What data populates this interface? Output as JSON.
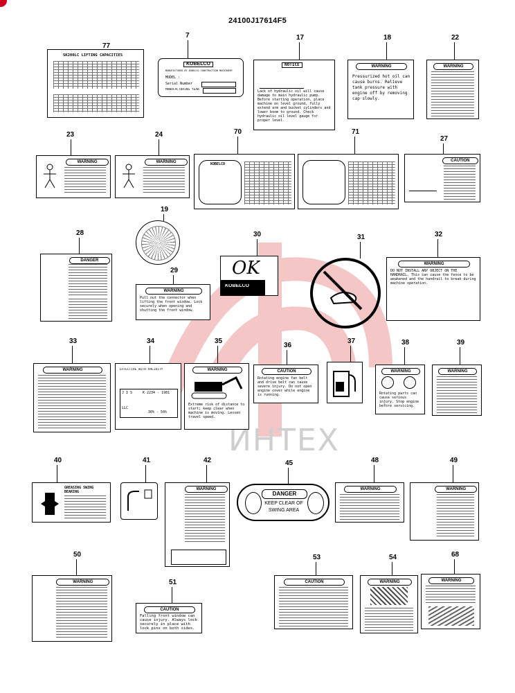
{
  "document": {
    "title": "24100J17614F5",
    "watermark": "ИНТЕХ"
  },
  "labels": {
    "l77": {
      "callout": "77",
      "heading": "SK200LC  LIFTING  CAPACITIES"
    },
    "l7": {
      "callout": "7",
      "brand": "KOBELCO",
      "maker": "MANUFACTURED BY KOBELCO CONSTRUCTION MACHINERY CO.,LTD.",
      "model": "MODEL :",
      "serial": "Serial Number",
      "year": "MANUFACTURING YEAR"
    },
    "l17": {
      "callout": "17",
      "heading": "NOTICE",
      "text": "Lack of hydraulic oil will cause damage to main hydraulic pump. Before starting operation, place machine on level ground, fully extend arm and bucket cylinders and lower boom to ground. Check hydraulic oil level gauge for proper level."
    },
    "l18": {
      "callout": "18",
      "heading": "WARNING",
      "text": "Pressurized hot oil can cause burns. Relieve tank pressure with engine off by removing cap slowly."
    },
    "l22": {
      "callout": "22",
      "heading": "WARNING"
    },
    "l23": {
      "callout": "23",
      "heading": "WARNING"
    },
    "l24": {
      "callout": "24",
      "heading": "WARNING"
    },
    "l70": {
      "callout": "70",
      "brand": "KOBELCO"
    },
    "l71": {
      "callout": "71"
    },
    "l27": {
      "callout": "27",
      "heading": "CAUTION"
    },
    "l19": {
      "callout": "19"
    },
    "l28": {
      "callout": "28",
      "heading": "DANGER"
    },
    "l29": {
      "callout": "29",
      "heading": "WARNING",
      "text": "Pull out the connector when lifting the front window. Lock securely when opening and shutting the front window."
    },
    "l30": {
      "callout": "30",
      "handwriting": "OK",
      "brand": "KOBELCO"
    },
    "l31": {
      "callout": "31"
    },
    "l32": {
      "callout": "32",
      "heading": "WARNING",
      "text": "DO NOT INSTALL ANY OBJECT ON THE HANDRAIL. This can cause the fence to be weakened and the handrail to break during machine operation."
    },
    "l33": {
      "callout": "33",
      "heading": "WARNING"
    },
    "l34": {
      "callout": "34",
      "text": "EFFECTIVE WITH VALIDITY",
      "codes": [
        "J I S",
        "K 2234 - 1981",
        "LLC",
        "30% - 50%"
      ]
    },
    "l35": {
      "callout": "35",
      "heading": "WARNING",
      "text": "Extreme risk of distance to start; keep clear when machine is moving. Lessen travel speed."
    },
    "l36": {
      "callout": "36",
      "heading": "CAUTION",
      "text": "Rotating engine fan belt and drive belt can cause severe injury. Do not open engine cover while engine is running."
    },
    "l37": {
      "callout": "37"
    },
    "l38": {
      "callout": "38",
      "heading": "WARNING",
      "text": "Rotating parts can cause serious injury. Stop engine before servicing."
    },
    "l39": {
      "callout": "39",
      "heading": "WARNING"
    },
    "l40": {
      "callout": "40",
      "heading": "GREASING SWING BEARING"
    },
    "l41": {
      "callout": "41"
    },
    "l42": {
      "callout": "42",
      "heading": "WARNING"
    },
    "l45": {
      "callout": "45",
      "heading": "DANGER",
      "line1": "KEEP CLEAR OF",
      "line2": "SWING  AREA"
    },
    "l48": {
      "callout": "48",
      "heading": "WARNING"
    },
    "l49": {
      "callout": "49",
      "heading": "WARNING"
    },
    "l50": {
      "callout": "50",
      "heading": "WARNING"
    },
    "l51": {
      "callout": "51",
      "heading": "CAUTION",
      "text": "Falling front window can cause injury. Always lock securely in place with lock pins on both sides."
    },
    "l53": {
      "callout": "53",
      "heading": "CAUTION"
    },
    "l54": {
      "callout": "54",
      "heading": "WARNING"
    },
    "l68": {
      "callout": "68",
      "heading": "WARNING"
    }
  }
}
